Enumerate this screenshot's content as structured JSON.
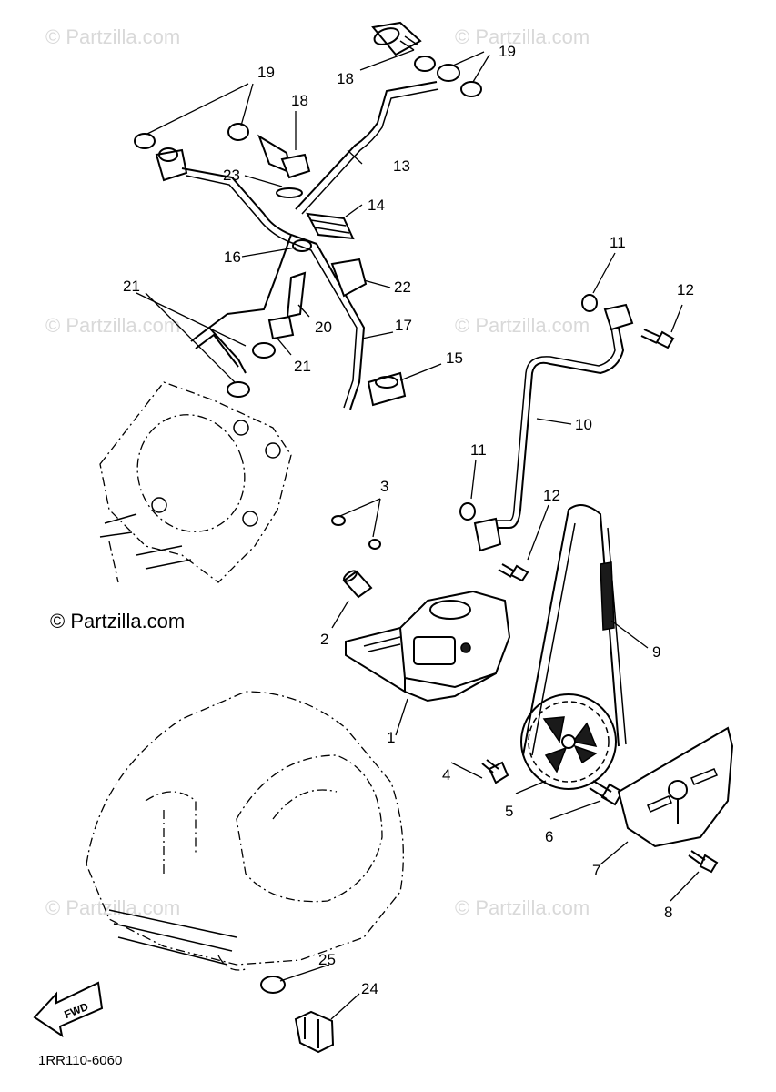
{
  "watermarks": {
    "tl": "© Partzilla.com",
    "tr": "© Partzilla.com",
    "ml": "© Partzilla.com",
    "mr": "© Partzilla.com",
    "bl": "© Partzilla.com",
    "br": "© Partzilla.com",
    "main": "© Partzilla.com"
  },
  "diagram_code": "1RR110-6060",
  "fwd_label": "FWD",
  "callouts": {
    "c1": "1",
    "c2": "2",
    "c3": "3",
    "c4": "4",
    "c5": "5",
    "c6": "6",
    "c7": "7",
    "c8": "8",
    "c9": "9",
    "c10": "10",
    "c11a": "11",
    "c11b": "11",
    "c12a": "12",
    "c12b": "12",
    "c13": "13",
    "c14": "14",
    "c15": "15",
    "c16": "16",
    "c17": "17",
    "c18a": "18",
    "c18b": "18",
    "c19a": "19",
    "c19b": "19",
    "c20": "20",
    "c21a": "21",
    "c21b": "21",
    "c22": "22",
    "c23": "23",
    "c24": "24",
    "c25": "25"
  }
}
